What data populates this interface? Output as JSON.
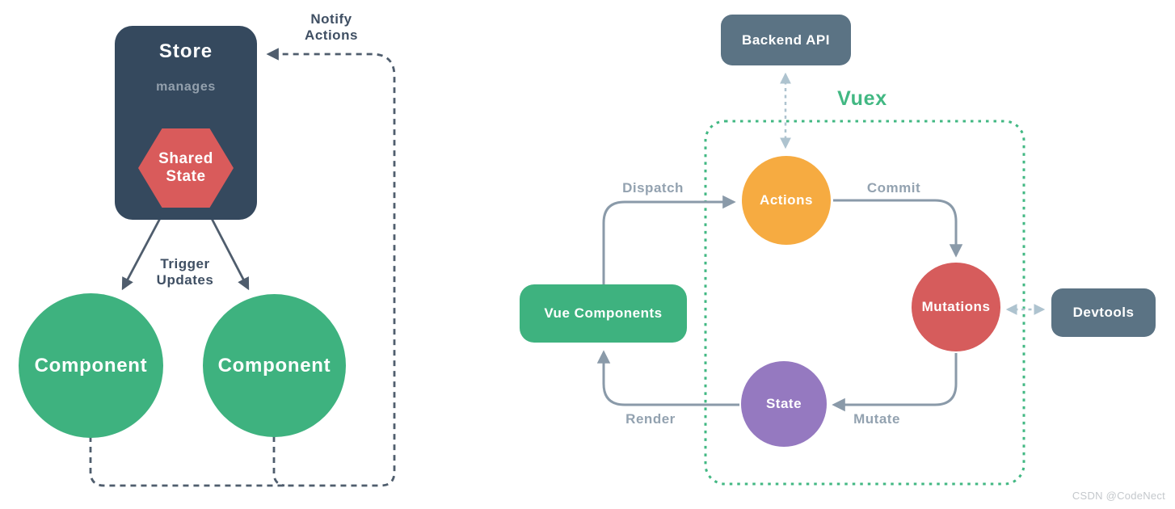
{
  "colors": {
    "store_box": "#35495e",
    "slate_box": "#5b7384",
    "red": "#d65c5c",
    "hexagon_red": "#d95b5b",
    "green": "#3eb27f",
    "vuex_green": "#42b883",
    "orange": "#f6ab41",
    "purple": "#9579c0",
    "line_gray": "#8a9aa9",
    "dark_line": "#4f5d6d",
    "light_dashed": "#aec3cf",
    "edge_label_gray": "#93a2b0",
    "dark_label": "#3f4f63",
    "watermark_gray": "#c4c8cc"
  },
  "left_diagram": {
    "store_title": "Store",
    "manages_label": "manages",
    "shared_state_label": "Shared\nState",
    "component_labels": [
      "Component",
      "Component"
    ],
    "notify_label": "Notify\nActions",
    "trigger_label": "Trigger\nUpdates"
  },
  "right_diagram": {
    "backend_api_label": "Backend API",
    "vuex_label": "Vuex",
    "vue_components_label": "Vue Components",
    "devtools_label": "Devtools",
    "actions_label": "Actions",
    "mutations_label": "Mutations",
    "state_label": "State",
    "dispatch_label": "Dispatch",
    "commit_label": "Commit",
    "mutate_label": "Mutate",
    "render_label": "Render"
  },
  "watermark": "CSDN @CodeNect"
}
